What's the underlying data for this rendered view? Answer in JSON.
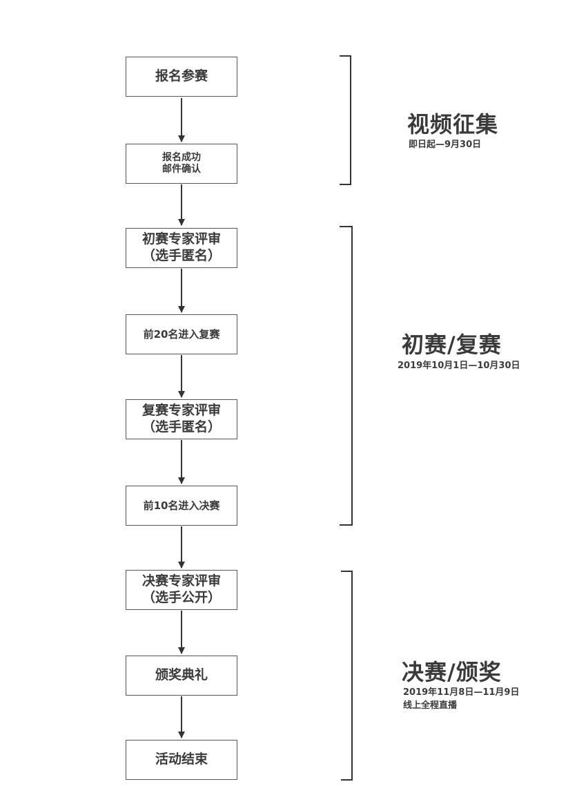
{
  "steps": [
    [
      "报名参赛"
    ],
    [
      "报名成功",
      "邮件确认"
    ],
    [
      "初赛专家评审",
      "（选手匿名）"
    ],
    [
      "前20名进入复赛"
    ],
    [
      "复赛专家评审",
      "（选手匿名）"
    ],
    [
      "前10名进入决赛"
    ],
    [
      "决赛专家评审",
      "（选手公开）"
    ],
    [
      "颁奖典礼"
    ],
    [
      "活动结束"
    ]
  ],
  "stages": [
    {
      "title": "视频征集",
      "dates": "即日起—9月30日"
    },
    {
      "title": "初赛/复赛",
      "dates": "2019年10月1日—10月30日"
    },
    {
      "title": "决赛/颁奖",
      "dates": "2019年11月8日—11月9日",
      "note": "线上全程直播"
    }
  ]
}
